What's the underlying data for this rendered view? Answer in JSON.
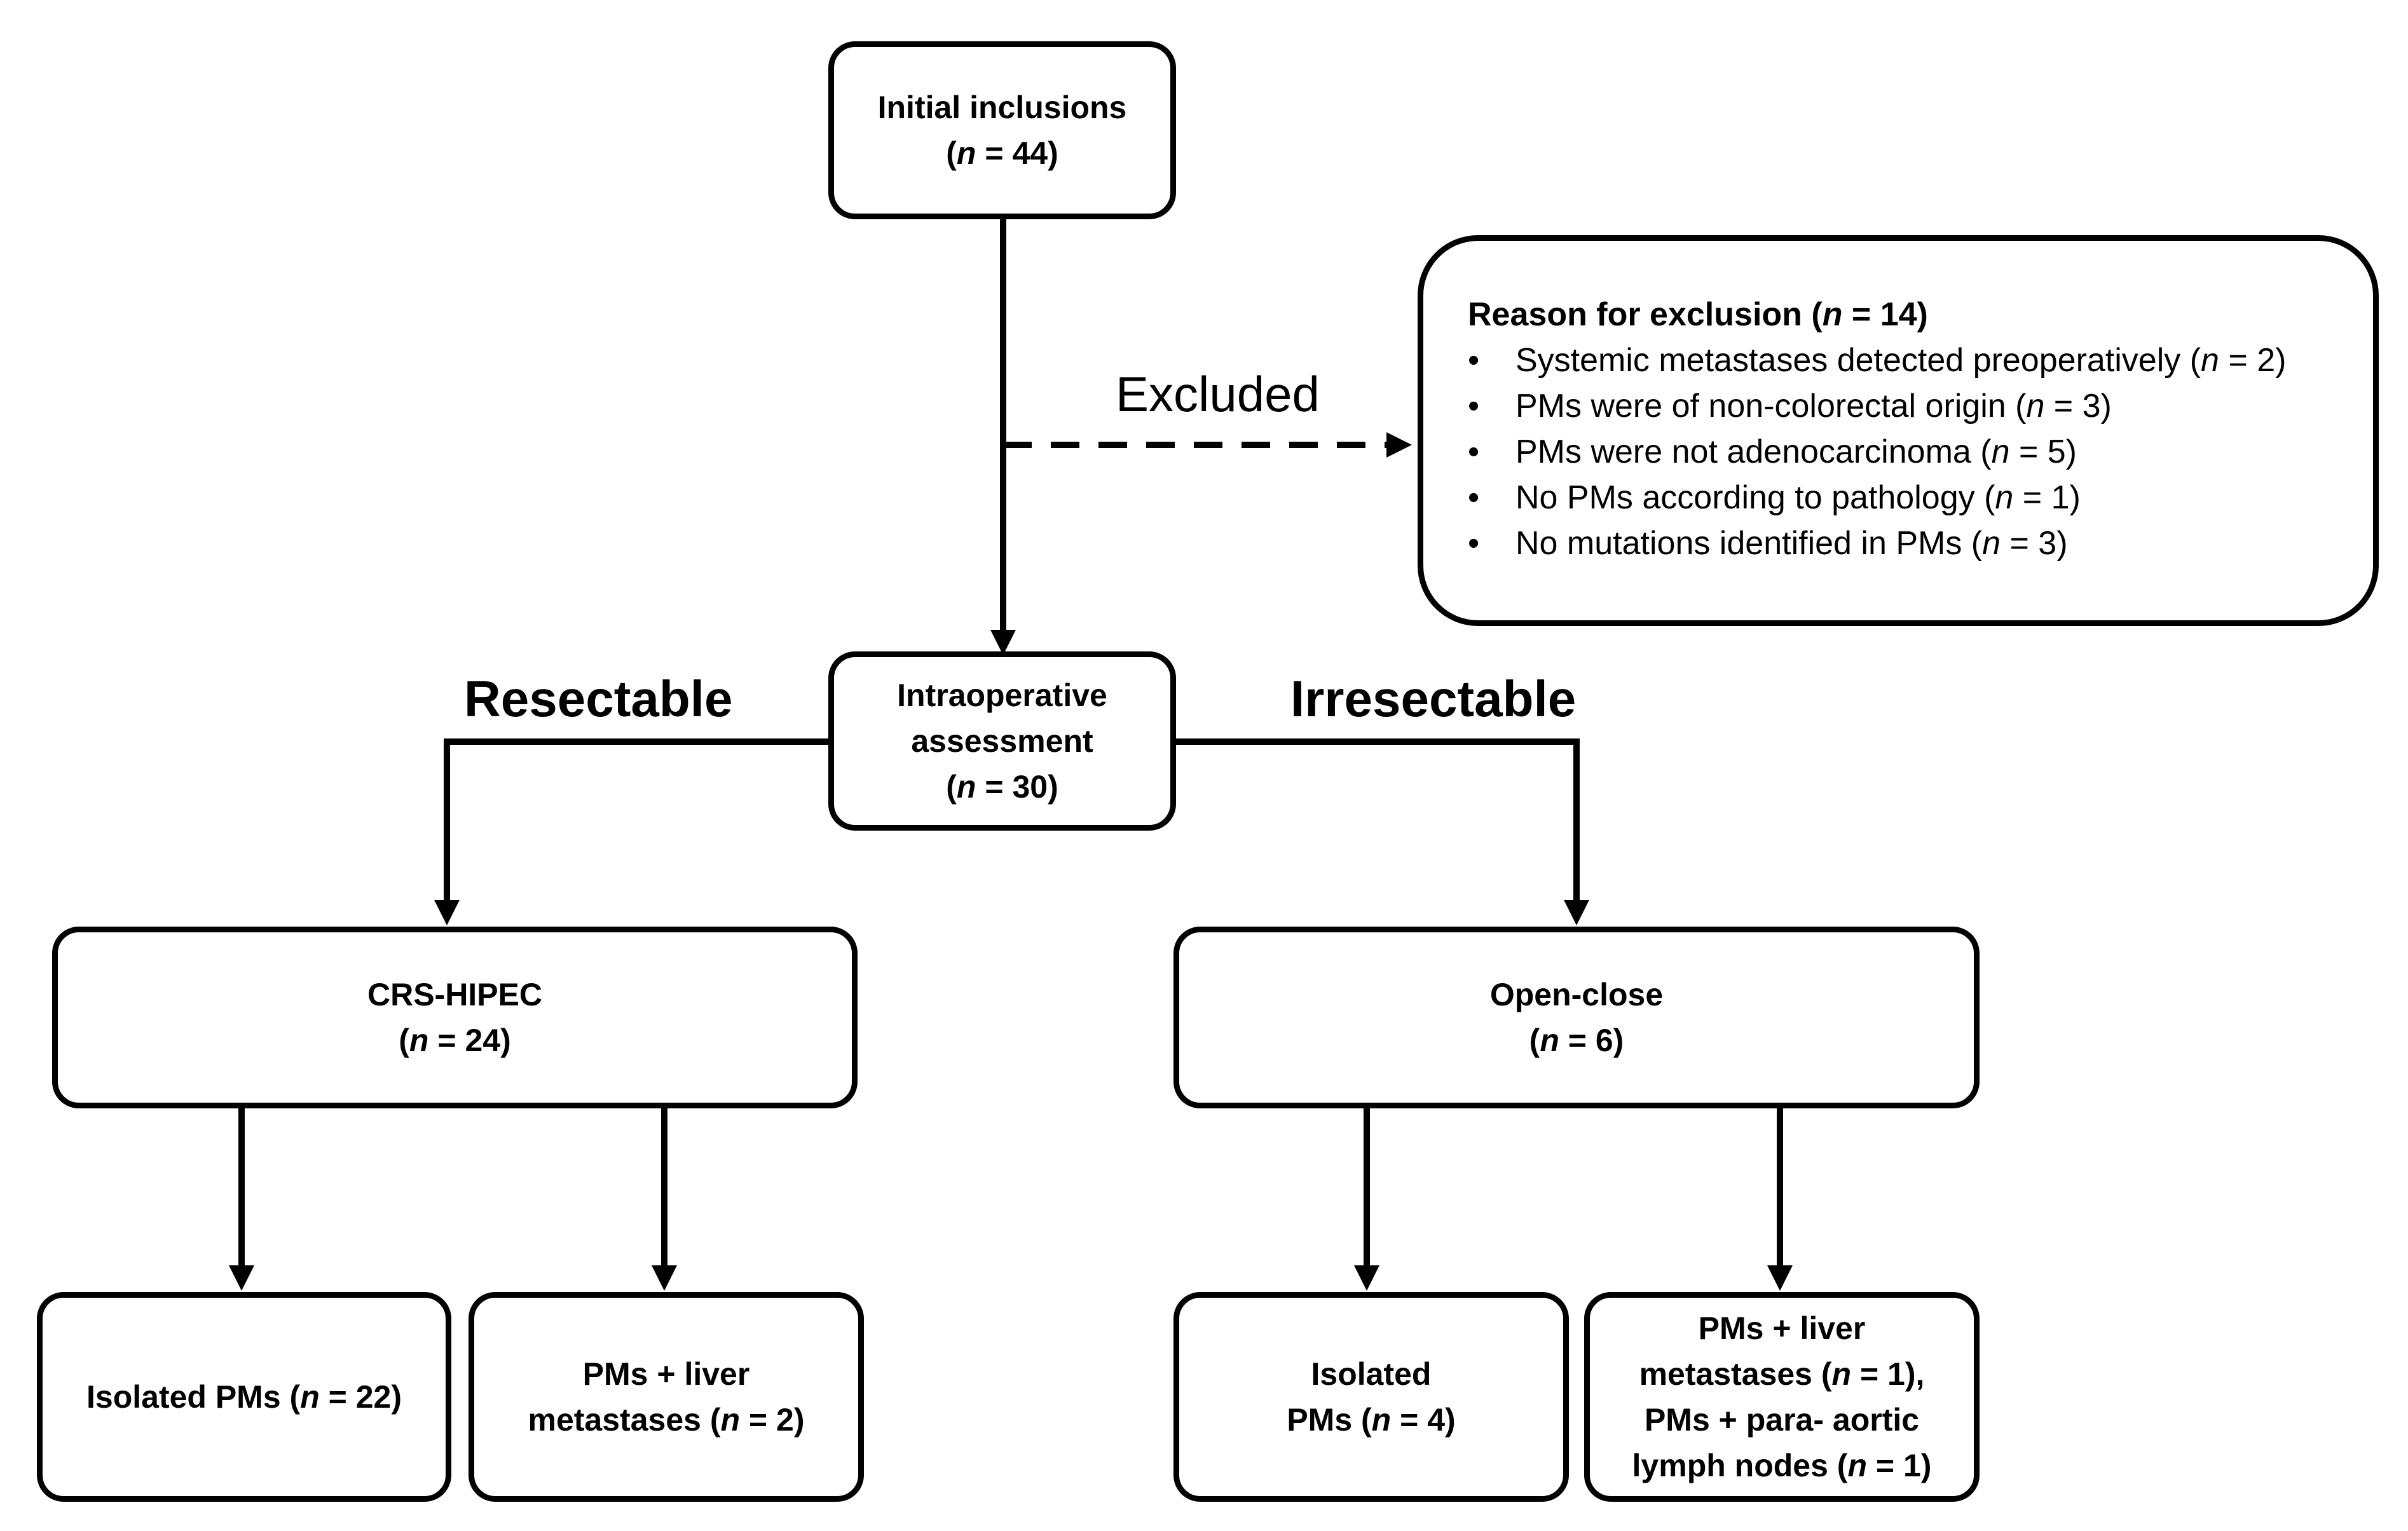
{
  "nodes": {
    "initial": {
      "line1": "Initial inclusions",
      "n_pre": "(",
      "n_var": "n",
      "n_post": " = 44)"
    },
    "intraop": {
      "line1": "Intraoperative",
      "line2": "assessment",
      "n_pre": "(",
      "n_var": "n",
      "n_post": " = 30)"
    },
    "crs_hipec": {
      "line1": "CRS-HIPEC",
      "n_pre": "(",
      "n_var": "n",
      "n_post": " = 24)"
    },
    "open_close": {
      "line1": "Open-close",
      "n_pre": "(",
      "n_var": "n",
      "n_post": " = 6)"
    },
    "isolated_resectable": {
      "pre": "Isolated PMs (",
      "var": "n",
      "post": " = 22)"
    },
    "liver_resectable": {
      "line1": "PMs + liver",
      "pre": "metastases (",
      "var": "n",
      "post": " = 2)"
    },
    "isolated_irresectable": {
      "line1": "Isolated",
      "pre": "PMs (",
      "var": "n",
      "post": " = 4)"
    },
    "combined_irresectable": {
      "line1": "PMs + liver",
      "line2_pre": "metastases (",
      "line2_var": "n",
      "line2_post": " = 1),",
      "line3": "PMs + para- aortic",
      "line4_pre": "lymph nodes (",
      "line4_var": "n",
      "line4_post": " = 1)"
    }
  },
  "exclusion": {
    "title_pre": "Reason for exclusion (",
    "title_var": "n",
    "title_post": " = 14)",
    "items": [
      {
        "pre": "Systemic metastases detected preoperatively (",
        "var": "n",
        "post": " = 2)"
      },
      {
        "pre": "PMs were of non-colorectal origin (",
        "var": "n",
        "post": " = 3)"
      },
      {
        "pre": "PMs were not adenocarcinoma (",
        "var": "n",
        "post": " = 5)"
      },
      {
        "pre": "No PMs according to pathology (",
        "var": "n",
        "post": " = 1)"
      },
      {
        "pre": "No mutations identified in PMs  (",
        "var": "n",
        "post": " = 3)"
      }
    ]
  },
  "labels": {
    "excluded": "Excluded",
    "resectable": "Resectable",
    "irresectable": "Irresectable"
  }
}
